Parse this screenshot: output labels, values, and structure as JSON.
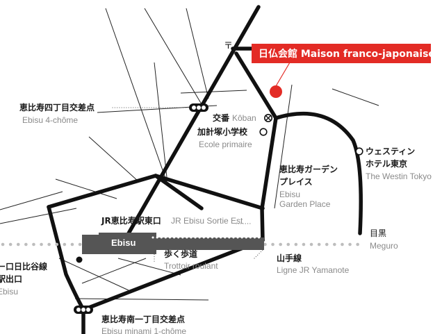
{
  "venue": {
    "name": "日仏会館 Maison franco-japonaise",
    "color": "#e32b25"
  },
  "places": {
    "intersection_4chome": {
      "ja": "恵比寿四丁目交差点",
      "fr": "Ebisu 4-chôme"
    },
    "koban": {
      "ja": "交番",
      "fr": "Kôban"
    },
    "school": {
      "ja": "加計塚小学校",
      "fr": "Ecole primaire"
    },
    "westin": {
      "ja1": "ウェスティン",
      "ja2": "ホテル東京",
      "fr": "The Westin Tokyo"
    },
    "garden_place": {
      "ja1": "恵比寿ガーデン",
      "ja2": "プレイス",
      "fr1": "Ebisu",
      "fr2": "Garden Place"
    },
    "jr_east_exit": {
      "ja": "JR恵比寿駅東口",
      "fr": "JR Ebisu Sortie Est"
    },
    "station": {
      "label": "Ebisu"
    },
    "meguro": {
      "ja": "目黒",
      "fr": "Meguro"
    },
    "walkway": {
      "ja": "歩く歩道",
      "fr": "Trottoir roulant"
    },
    "yamanote": {
      "ja": "山手線",
      "fr": "Ligne JR Yamanote"
    },
    "hibiya_exit": {
      "ja1": "ー口日比谷線",
      "ja2": "駅出口",
      "fr": "Ebisu"
    },
    "intersection_minami": {
      "ja": "恵比寿南一丁目交差点",
      "fr": "Ebisu minami 1-chôme"
    }
  },
  "colors": {
    "road": "#111111",
    "rail": "#bdbdbd",
    "station": "#555555",
    "label_fr": "#8a8a8a"
  },
  "icons": [
    "traffic-light-icon",
    "police-box-icon",
    "school-icon",
    "hotel-icon",
    "subway-exit-icon",
    "post-office-icon"
  ]
}
